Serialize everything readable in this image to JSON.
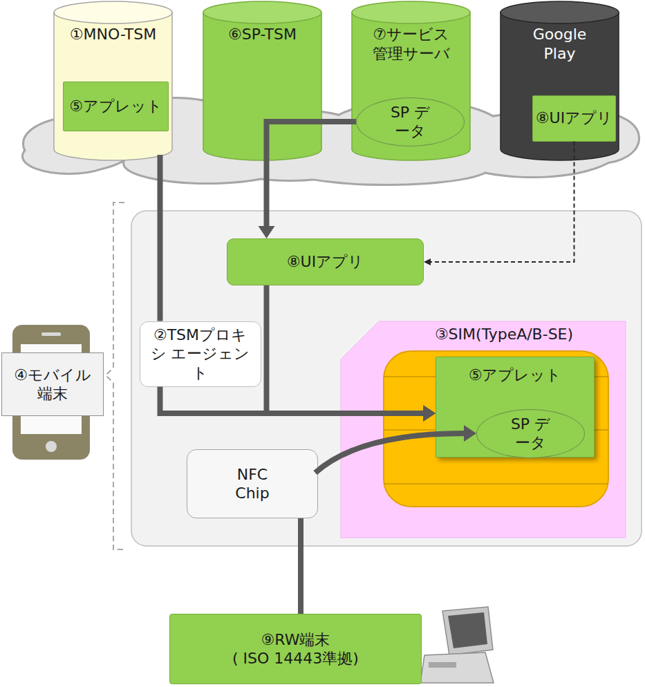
{
  "diagram": {
    "nodes": [
      {
        "text": [
          "①MNO-TSM"
        ]
      },
      {
        "text": [
          "⑤アプレット"
        ],
        "in": 0
      },
      {
        "text": [
          "⑥SP-TSM"
        ]
      },
      {
        "text": [
          "⑦サービス 管理サーバ"
        ]
      },
      {
        "text": [
          "SP データ"
        ],
        "in": 3
      },
      {
        "text": [
          "Google Play"
        ]
      },
      {
        "text": [
          "⑧UIアプリ"
        ],
        "in": 5
      },
      {
        "text": [
          "⑧UIアプリ"
        ]
      },
      {
        "text": [
          "②TSMプロキシ エージェント"
        ]
      },
      {
        "text": [
          "③SIM(TypeA/B-SE)"
        ]
      },
      {
        "text": [
          "⑤アプレット"
        ],
        "in": 9
      },
      {
        "text": [
          "SP データ"
        ],
        "in": 10
      },
      {
        "text": [
          "NFC Chip"
        ]
      },
      {
        "text": [
          "④モバイル 端末"
        ]
      },
      {
        "text": [
          "⑨RW端末",
          "( ISO 14443準拠)"
        ]
      }
    ],
    "edges": [
      {
        "from": 0,
        "to": 8,
        "arrow": "none"
      },
      {
        "from": 4,
        "to": 7,
        "arrow": "to"
      },
      {
        "from": 6,
        "to": 7,
        "arrow": "to"
      },
      {
        "from": 7,
        "to": 10,
        "arrow": "to"
      },
      {
        "from": 8,
        "to": 10,
        "arrow": "to"
      },
      {
        "from": 12,
        "to": 11,
        "arrow": "to"
      },
      {
        "from": 12,
        "to": 14,
        "arrow": "none"
      }
    ]
  }
}
